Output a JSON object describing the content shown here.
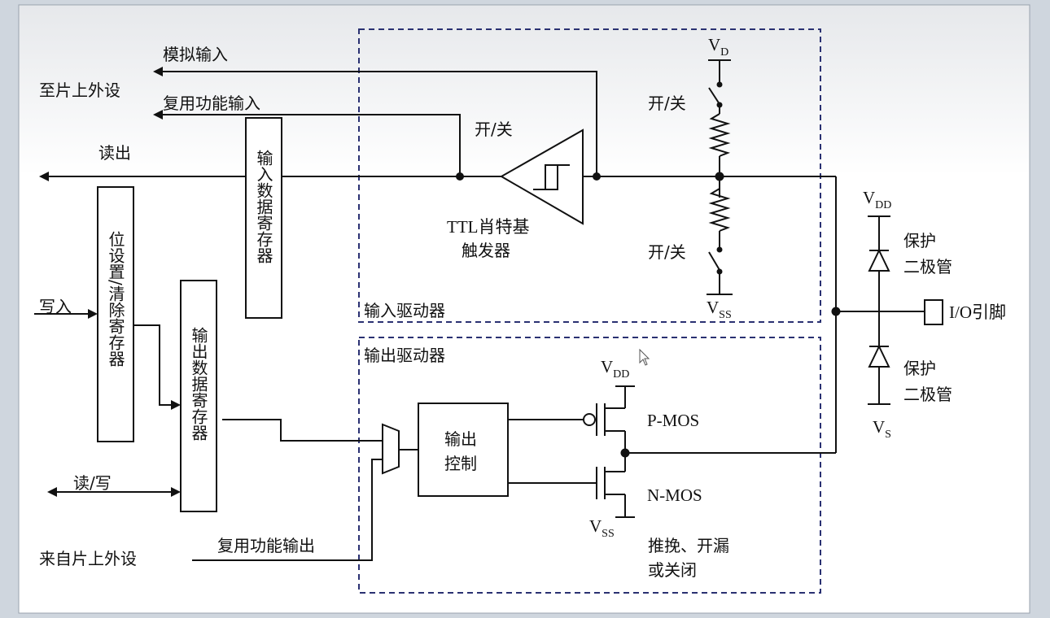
{
  "labels": {
    "analog_input": "模拟输入",
    "to_onchip_peripheral": "至片上外设",
    "alt_function_input": "复用功能输入",
    "read_out": "读出",
    "input_data_register": "输入数据寄存器",
    "on_off_trigger": "开/关",
    "ttl_line1": "TTL肖特基",
    "ttl_line2": "触发器",
    "bit_set_clear_register": "位设置/清除寄存器",
    "write": "写入",
    "output_data_register": "输出数据寄存器",
    "read_write": "读/写",
    "from_onchip_peripheral": "来自片上外设",
    "alt_function_output": "复用功能输出",
    "input_driver": "输入驱动器",
    "output_driver": "输出驱动器",
    "on_off_pullup": "开/关",
    "on_off_pulldown": "开/关",
    "output_control_line1": "输出",
    "output_control_line2": "控制",
    "pmos": "P-MOS",
    "nmos": "N-MOS",
    "mode_line1": "推挽、开漏",
    "mode_line2": "或关闭",
    "protect_diode_top_1": "保护",
    "protect_diode_top_2": "二极管",
    "protect_diode_bottom_1": "保护",
    "protect_diode_bottom_2": "二极管",
    "io_pin": "I/O引脚"
  },
  "supplies": {
    "vd_main": "V",
    "vd_sub": "D",
    "vss_in_main": "V",
    "vss_in_sub": "SS",
    "vdd_out_main": "V",
    "vdd_out_sub": "DD",
    "vss_out_main": "V",
    "vss_out_sub": "SS",
    "vdd_diode_main": "V",
    "vdd_diode_sub": "DD",
    "vs_diode_main": "V",
    "vs_diode_sub": "S"
  },
  "colors": {
    "dashed_border": "#2a3172",
    "line": "#111111",
    "panel_top": "#e6e8eb",
    "panel_bottom": "#ffffff"
  }
}
